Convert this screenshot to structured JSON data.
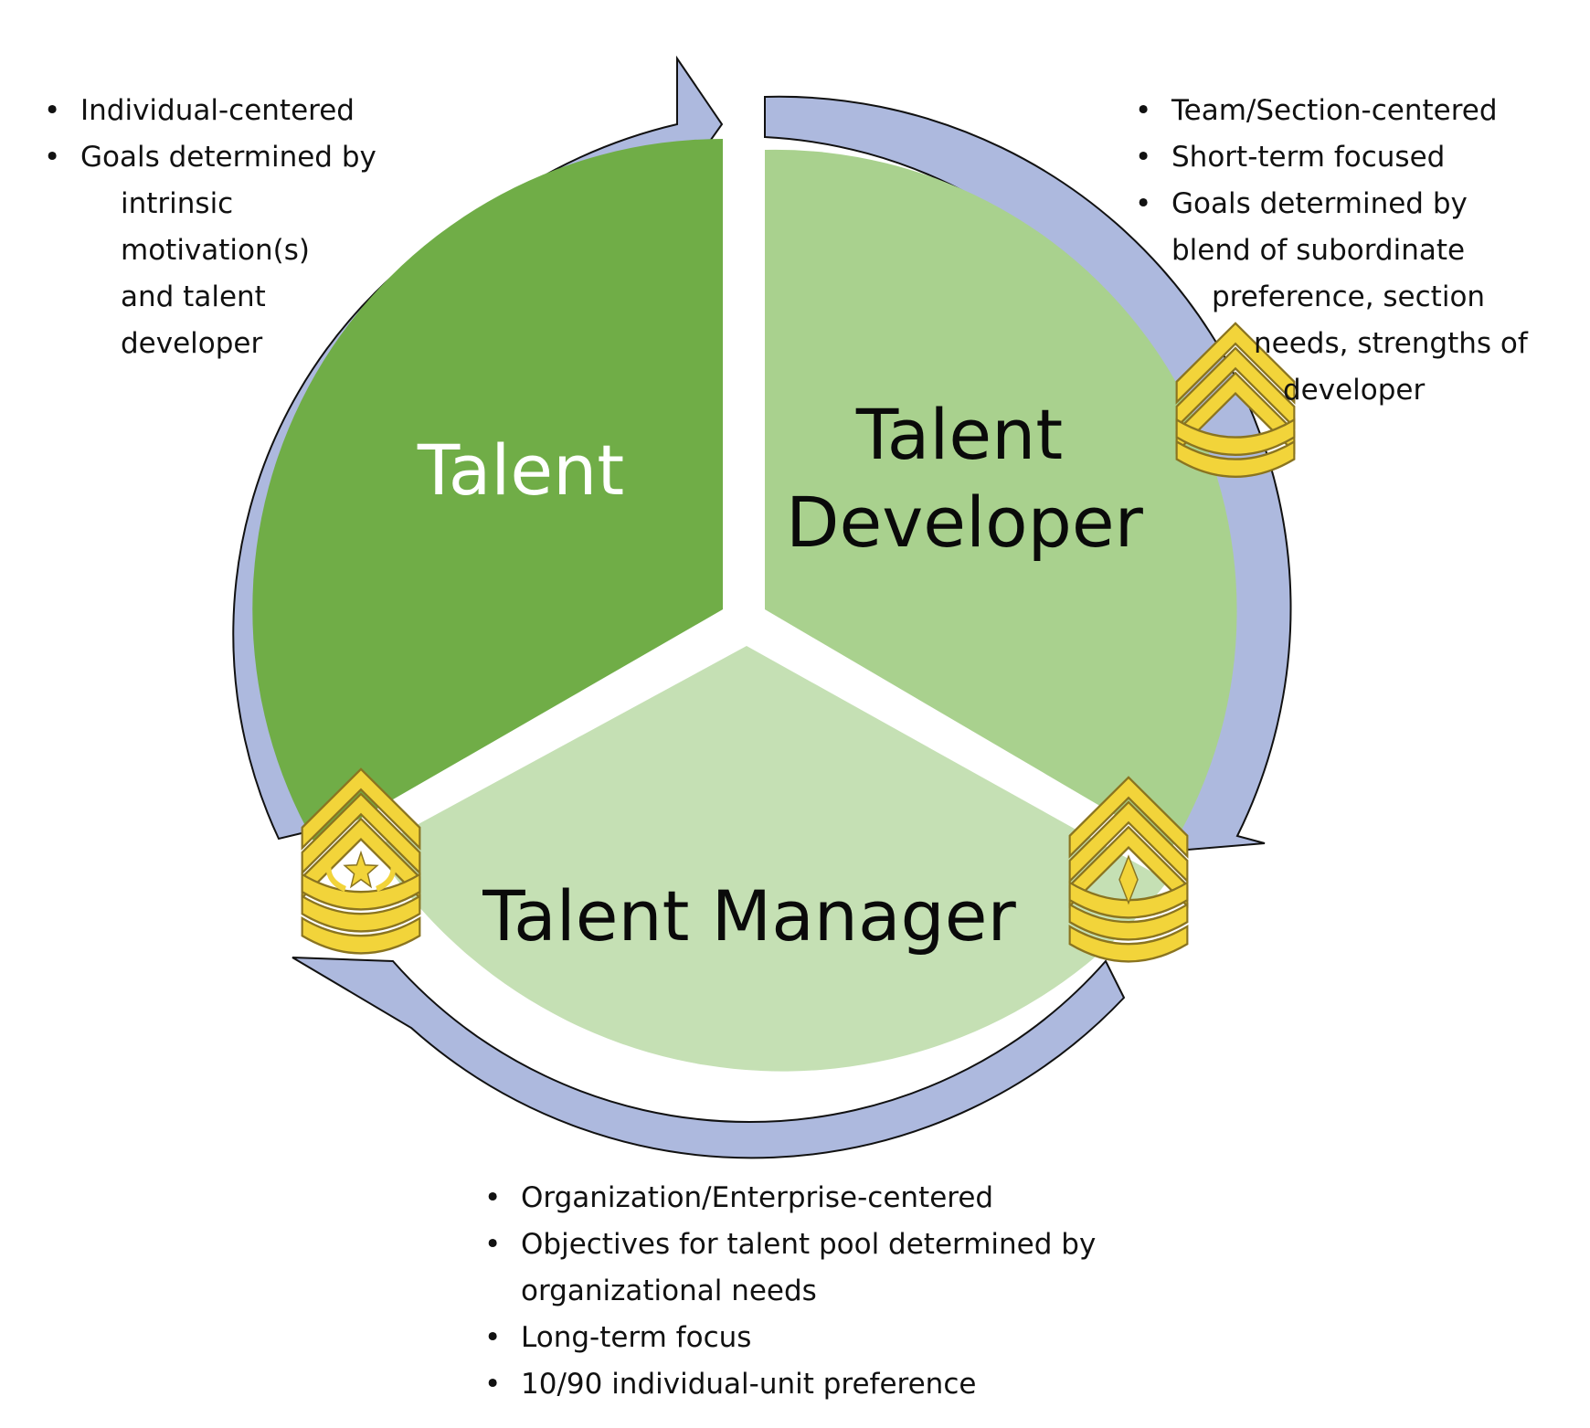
{
  "segments": {
    "talent": {
      "label": "Talent",
      "color": "#70ad47"
    },
    "developer": {
      "label_line1": "Talent",
      "label_line2": "Developer",
      "color": "#a9d18e"
    },
    "manager": {
      "label": "Talent Manager",
      "color": "#c5e0b4"
    }
  },
  "cycle_arrow_color": "#adb9de",
  "insignia_color": "#f2d43a",
  "talent_bullets": [
    "Individual-centered",
    "Goals determined by",
    "intrinsic",
    "motivation(s)",
    "and talent",
    "developer"
  ],
  "developer_bullets": [
    "Team/Section-centered",
    "Short-term focused",
    "Goals determined by",
    "blend of subordinate",
    "preference, section",
    "needs, strengths of",
    "developer"
  ],
  "manager_bullets": [
    "Organization/Enterprise-centered",
    "Objectives for talent pool determined by",
    "organizational needs",
    "Long-term focus",
    "10/90 individual-unit preference"
  ],
  "insignia": [
    {
      "name": "sergeant-first-class",
      "chevrons": 3,
      "rockers": 2,
      "device": "none"
    },
    {
      "name": "first-sergeant",
      "chevrons": 3,
      "rockers": 3,
      "device": "diamond"
    },
    {
      "name": "command-sergeant-major",
      "chevrons": 3,
      "rockers": 3,
      "device": "star-wreath"
    }
  ]
}
